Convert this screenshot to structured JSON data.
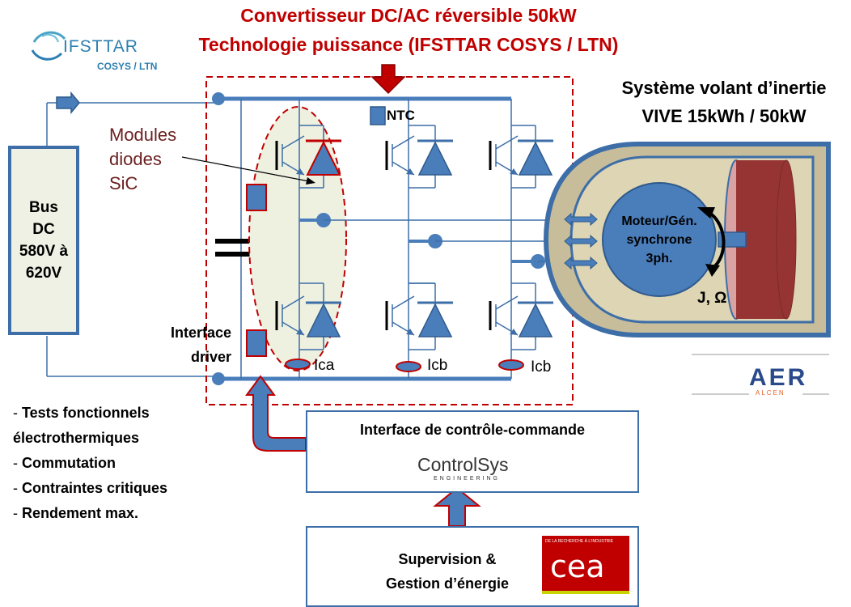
{
  "header": {
    "title_line1": "Convertisseur DC/AC réversible 50kW",
    "title_line2": "Technologie puissance (IFSTTAR COSYS / LTN)"
  },
  "logos": {
    "ifsttar_name": "IFSTTAR",
    "ifsttar_sub": "COSYS / LTN",
    "aer_name": "AER",
    "aer_sub": "ALCEN",
    "controlsys_name": "ControlSys",
    "controlsys_sub": "ENGINEERING",
    "cea_name": "cea",
    "cea_tagline": "DE LA RECHERCHE À L'INDUSTRIE"
  },
  "bus_dc": {
    "lines": [
      "Bus",
      "DC",
      "580V à",
      "620V"
    ]
  },
  "converter": {
    "ntc_label": "NTC",
    "modules_label": [
      "Modules",
      "diodes",
      "SiC"
    ],
    "interface_driver": [
      "Interface",
      "driver"
    ],
    "current_sensors": [
      "Ica",
      "Icb",
      "Icb"
    ]
  },
  "flywheel": {
    "title_line1": "Système volant d’inertie",
    "title_line2": "VIVE 15kWh / 50kW",
    "motor_lines": [
      "Moteur/Gén.",
      "synchrone",
      "3ph."
    ],
    "inertia_label": "J, Ω"
  },
  "control_box": {
    "title": "Interface de contrôle-commande"
  },
  "supervision_box": {
    "lines": [
      "Supervision &",
      "Gestion d’énergie"
    ]
  },
  "tests": {
    "lines": [
      {
        "prefix": "- ",
        "text": "Tests fonctionnels"
      },
      {
        "prefix": "",
        "text": "électrothermiques"
      },
      {
        "prefix": "- ",
        "text": "Commutation"
      },
      {
        "prefix": "- ",
        "text": "Contraintes critiques"
      },
      {
        "prefix": "- ",
        "text": "Rendement max."
      }
    ]
  },
  "colors": {
    "title_red": "#c00000",
    "wire_blue": "#3d6ea8",
    "element_blue": "#4a7ebb",
    "dashed_red": "#c00000",
    "module_fill": "#eef0e0",
    "flywheel_shell": "#c8bd9a",
    "rotor_red": "#963434",
    "bus_box_fill": "#eef1e4"
  }
}
